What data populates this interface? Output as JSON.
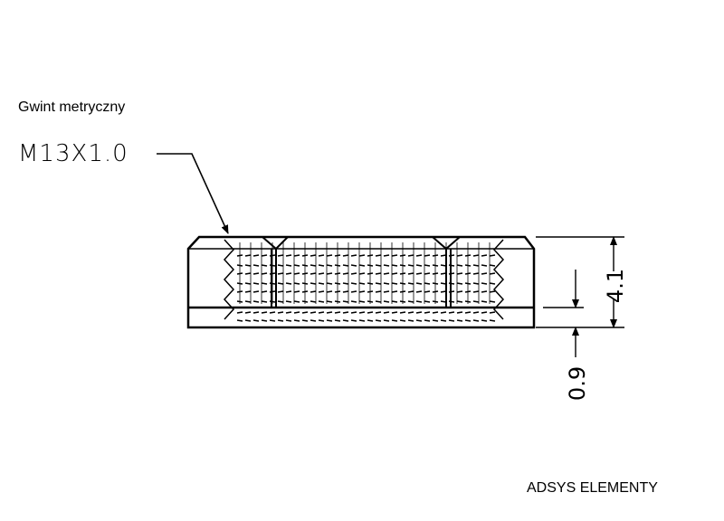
{
  "thread_caption": "Gwint metryczny",
  "thread_spec": "M13X1.0",
  "dimensions": {
    "total_height": "4.1",
    "flange_height": "0.9"
  },
  "brand": "ADSYS ELEMENTY"
}
